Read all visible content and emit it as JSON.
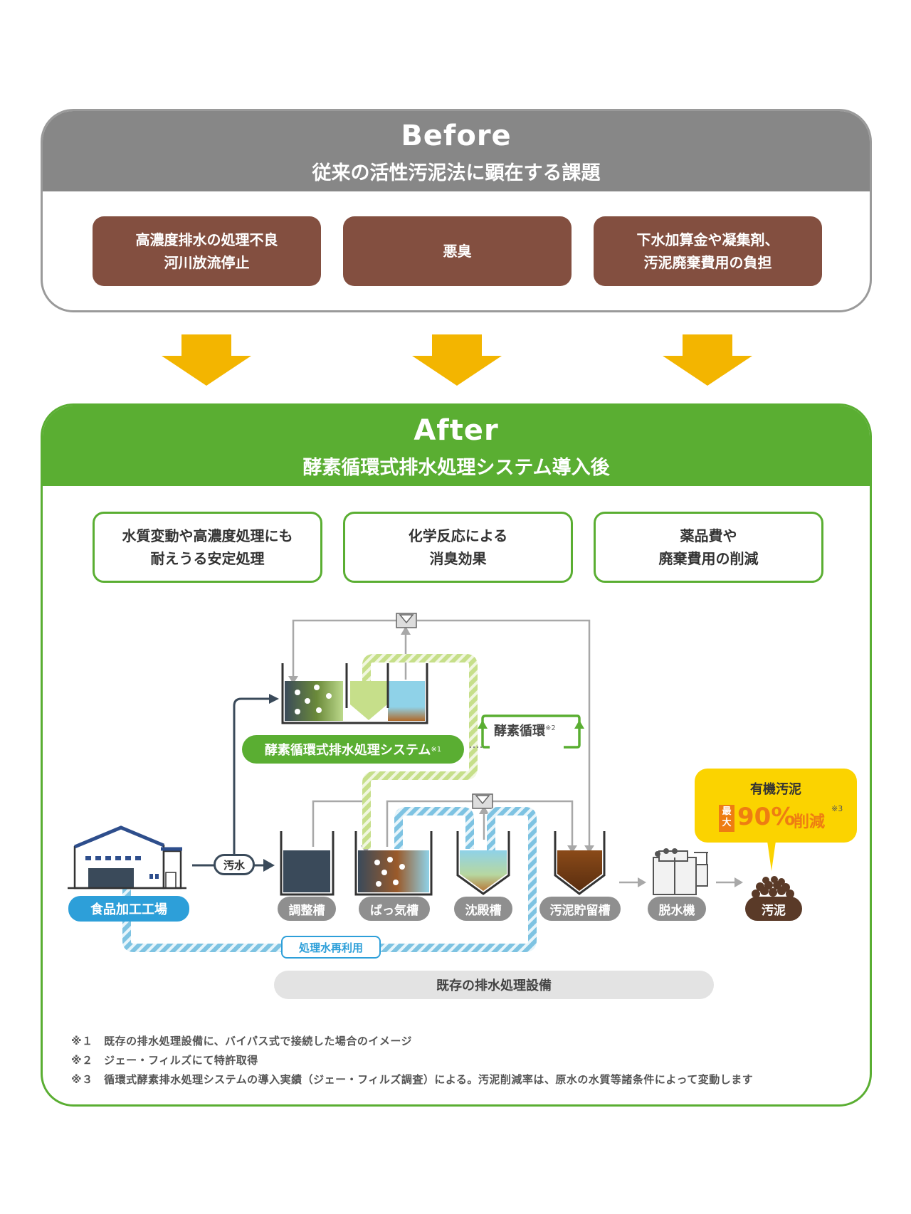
{
  "before": {
    "title": "Before",
    "subtitle": "従来の活性汚泥法に顕在する課題",
    "issues": [
      {
        "label": "高濃度排水の処理不良\n河川放流停止"
      },
      {
        "label": "悪臭"
      },
      {
        "label": "下水加算金や凝集剤、\n汚泥廃棄費用の負担"
      }
    ]
  },
  "after": {
    "title": "After",
    "subtitle": "酵素循環式排水処理システム導入後",
    "benefits": [
      {
        "label": "水質変動や高濃度処理にも\n耐えうる安定処理"
      },
      {
        "label": "化学反応による\n消臭効果"
      },
      {
        "label": "薬品費や\n廃棄費用の削減"
      }
    ]
  },
  "diagram": {
    "system_label": "酵素循環式排水処理システム",
    "system_mark": "※1",
    "enzyme_cycle": "酵素循環",
    "enzyme_mark": "※2",
    "factory": "食品加工工場",
    "wastewater": "汚水",
    "tanks": [
      "調整槽",
      "ばっ気槽",
      "沈殿槽",
      "汚泥貯留槽"
    ],
    "dehydrator": "脱水機",
    "sludge": "汚泥",
    "reuse": "処理水再利用",
    "existing": "既存の排水処理設備",
    "callout": {
      "title": "有機汚泥",
      "max": "最大",
      "percent": "90%",
      "reduce": "削減",
      "mark": "※3"
    }
  },
  "notes": [
    "※１　既存の排水処理設備に、バイパス式で接続した場合のイメージ",
    "※２　ジェー・フィルズにて特許取得",
    "※３　循環式酵素排水処理システムの導入実績（ジェー・フィルズ調査）による。汚泥削減率は、原水の水質等諸条件によって変動します"
  ],
  "colors": {
    "before_header": "#878787",
    "issue_box": "#834f40",
    "arrow": "#f3b500",
    "after_green": "#5aae32",
    "callout_yellow": "#fbd300",
    "callout_orange": "#ee7d12",
    "factory_blue": "#2d9fd9",
    "pipe_dark": "#3a4a5a",
    "reuse_pipe": "#7ec3e2",
    "enzyme_pipe": "#c6df8a"
  }
}
